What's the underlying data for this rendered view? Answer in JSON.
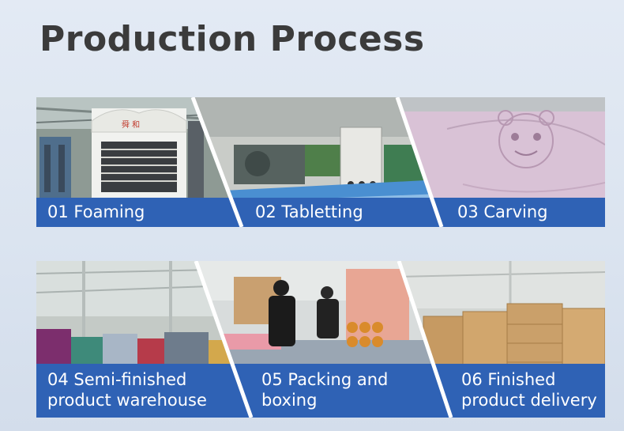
{
  "title": "Production Process",
  "steps": [
    {
      "label": "01 Foaming",
      "image_icon": "foaming-press-machine"
    },
    {
      "label": "02 Tabletting",
      "image_icon": "tabletting-roller-machine"
    },
    {
      "label": "03 Carving",
      "image_icon": "carved-mat-surface"
    },
    {
      "label": "04 Semi-finished product warehouse",
      "line1": "04 Semi-finished",
      "line2": "product warehouse",
      "image_icon": "warehouse-stacks"
    },
    {
      "label": "05 Packing and boxing",
      "line1": "05 Packing and",
      "line2": "boxing",
      "image_icon": "workers-packing"
    },
    {
      "label": "06 Finished product delivery",
      "line1": "06 Finished",
      "line2": "product delivery",
      "image_icon": "cardboard-boxes"
    }
  ],
  "colors": {
    "title": "#3b3b3b",
    "caption_bar": "#2f62b5",
    "caption_text": "#ffffff",
    "divider": "#ffffff"
  }
}
